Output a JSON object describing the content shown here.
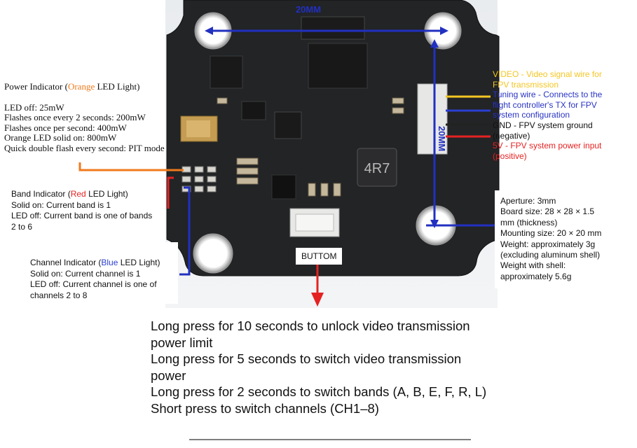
{
  "board": {
    "dim_top": "20MM",
    "dim_right": "20MM",
    "inductor_marking": "4R7",
    "button_label": "BUTTOM"
  },
  "power_indicator": {
    "title_prefix": "Power Indicator (",
    "title_color_word": "Orange",
    "title_suffix": " LED Light)",
    "lines": [
      "LED off: 25mW",
      "Flashes once every 2 seconds: 200mW",
      "Flashes once per second: 400mW",
      "Orange LED solid on: 800mW",
      "Quick double flash every second: PIT mode"
    ]
  },
  "band_indicator": {
    "title_prefix": "Band Indicator (",
    "title_color_word": "Red",
    "title_suffix": " LED Light)",
    "lines": [
      "Solid on: Current band is 1",
      "LED off: Current band is one of bands",
      "2 to 6"
    ]
  },
  "channel_indicator": {
    "title_prefix": "Channel Indicator (",
    "title_color_word": "Blue",
    "title_suffix": " LED Light)",
    "lines": [
      "Solid on: Current channel is 1",
      "LED off: Current channel is one of",
      "channels 2 to 8"
    ]
  },
  "wires": {
    "video": [
      "VIDEO - Video signal wire for",
      "FPV transmission"
    ],
    "tuning": [
      "Tuning wire - Connects to the",
      "flight controller's TX for FPV",
      "system configuration"
    ],
    "gnd": [
      "GND - FPV system ground",
      "(negative)"
    ],
    "power": [
      "5V - FPV system power input",
      "(positive)"
    ]
  },
  "specs": [
    "Aperture: 3mm",
    "Board size: 28 × 28 × 1.5",
    "mm (thickness)",
    "Mounting size: 20 × 20 mm",
    "Weight: approximately 3g",
    "(excluding aluminum shell)",
    "Weight with shell:",
    "approximately 5.6g"
  ],
  "button_functions": [
    "Long press for 10 seconds to unlock video transmission",
    "power limit",
    "Long press for 5 seconds to switch video transmission",
    "power",
    "Long press for 2 seconds to switch bands (A, B, E, F, R, L)",
    "Short press to switch channels (CH1–8)"
  ],
  "colors": {
    "orange": "#f07a1c",
    "red": "#e52222",
    "blue": "#2a3fd0",
    "yellow": "#f4c623",
    "pcb": "#232527",
    "arrow_blue": "#2230c0"
  }
}
